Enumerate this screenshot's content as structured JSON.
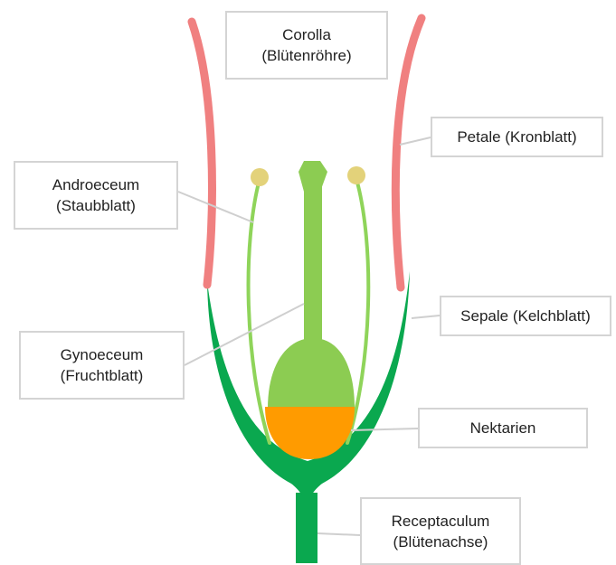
{
  "labels": {
    "corolla": {
      "line1": "Corolla",
      "line2": "(Blütenröhre)"
    },
    "petale": {
      "line1": "Petale (Kronblatt)"
    },
    "androeceum": {
      "line1": "Androeceum",
      "line2": "(Staubblatt)"
    },
    "sepale": {
      "line1": "Sepale (Kelchblatt)"
    },
    "gynoeceum": {
      "line1": "Gynoeceum",
      "line2": "(Fruchtblatt)"
    },
    "nektarien": {
      "line1": "Nektarien"
    },
    "receptaculum": {
      "line1": "Receptaculum",
      "line2": "(Blütenachse)"
    }
  },
  "colors": {
    "petal": "#f08080",
    "sepal": "#0aa84f",
    "stamen": "#8fd45a",
    "anther": "#e3d27a",
    "pistil": "#8ccc52",
    "nectary": "#ff9b00",
    "border": "#d4d4d4",
    "leader": "#cfcfcf"
  }
}
